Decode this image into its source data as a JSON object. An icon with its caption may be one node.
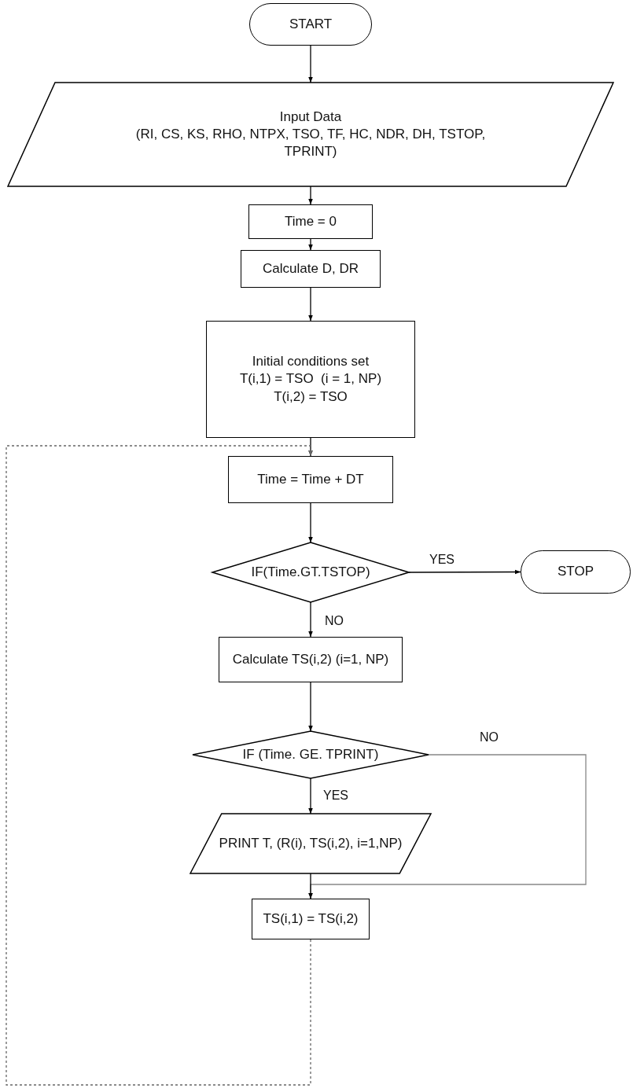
{
  "diagram": {
    "nodes": [
      {
        "text": [
          "START"
        ]
      },
      {
        "text": [
          "Input Data",
          "(RI, CS, KS, RHO, NTPX, TSO, TF, HC, NDR, DH, TSTOP, TPRINT)"
        ]
      },
      {
        "text": [
          "Time = 0"
        ]
      },
      {
        "text": [
          "Calculate D, DR"
        ]
      },
      {
        "text": [
          "Initial conditions set",
          "T(i,1) = TSO  (i = 1, NP)",
          "T(i,2) = TSO"
        ]
      },
      {
        "text": [
          "Time = Time + DT"
        ]
      },
      {
        "text": [
          "IF(Time.GT.TSTOP)"
        ]
      },
      {
        "text": [
          "STOP"
        ]
      },
      {
        "text": [
          "Calculate TS(i,2) (i=1, NP)"
        ]
      },
      {
        "text": [
          "IF (Time. GE. TPRINT)"
        ]
      },
      {
        "text": [
          "PRINT T, (R(i), TS(i,2), i=1,NP)"
        ]
      },
      {
        "text": [
          "TS(i,1) = TS(i,2)"
        ]
      }
    ],
    "edges": [
      {
        "from": 0,
        "to": 1,
        "arrow": "to"
      },
      {
        "from": 1,
        "to": 2,
        "arrow": "to"
      },
      {
        "from": 2,
        "to": 3,
        "arrow": "to"
      },
      {
        "from": 3,
        "to": 4,
        "arrow": "to"
      },
      {
        "from": 4,
        "to": 5,
        "arrow": "to"
      },
      {
        "from": 5,
        "to": 6,
        "arrow": "to"
      },
      {
        "from": 6,
        "to": 7,
        "arrow": "to",
        "label": "YES"
      },
      {
        "from": 6,
        "to": 8,
        "arrow": "to",
        "label": "NO"
      },
      {
        "from": 8,
        "to": 9,
        "arrow": "to"
      },
      {
        "from": 9,
        "to": 10,
        "arrow": "to",
        "label": "YES"
      },
      {
        "from": 9,
        "to": 11,
        "arrow": "to",
        "label": "NO",
        "color": "#888888"
      },
      {
        "from": 10,
        "to": 11,
        "arrow": "to"
      },
      {
        "from": 11,
        "to": 5,
        "arrow": "to",
        "style": "dashed",
        "color": "#666666"
      }
    ]
  }
}
